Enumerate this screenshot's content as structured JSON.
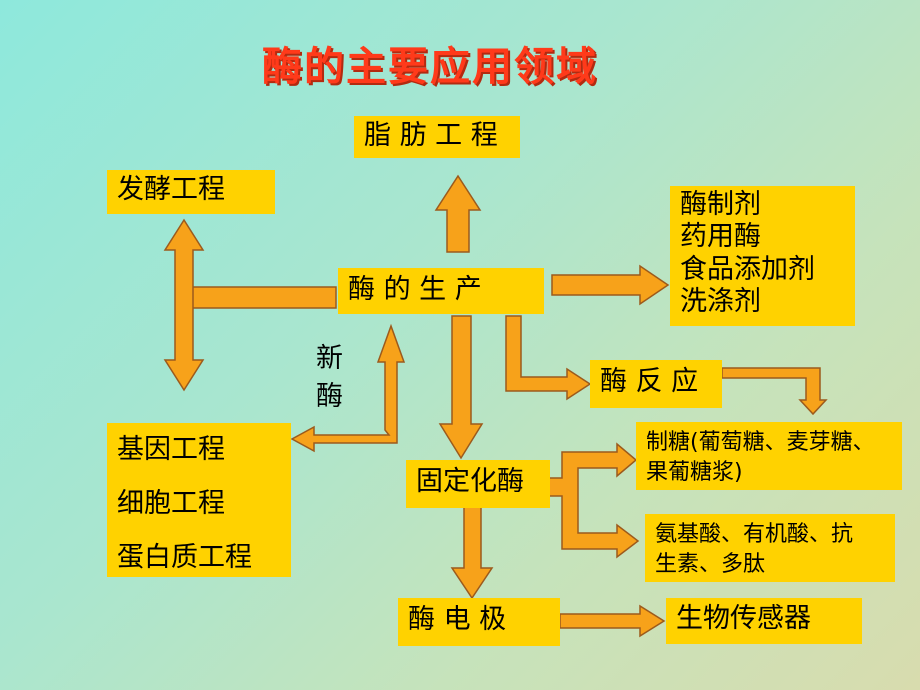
{
  "title": "酶的主要应用领域",
  "nodes": {
    "zhifang": "脂 肪 工 程",
    "fajiao": "发酵工程",
    "shengchan": "酶 的 生   产",
    "applications": [
      "酶制剂",
      "药用酶",
      "食品添加剂",
      "洗涤剂"
    ],
    "xinmei": [
      "新",
      "酶"
    ],
    "fanying": "酶 反 应",
    "engineering": [
      "基因工程",
      "细胞工程",
      "蛋白质工程"
    ],
    "guding": "固定化酶",
    "zhitang": [
      "制糖(葡萄糖、麦芽糖、",
      "果葡糖浆)"
    ],
    "anjisuan": [
      "氨基酸、有机酸、抗",
      "生素、多肽"
    ],
    "diandian": "酶   电   极",
    "chuanganqi": "生物传感器"
  },
  "colors": {
    "box_fill": "#ffd200",
    "arrow_fill": "#f7a21a",
    "arrow_stroke": "#b5651d",
    "title": "#ff3a1a"
  }
}
